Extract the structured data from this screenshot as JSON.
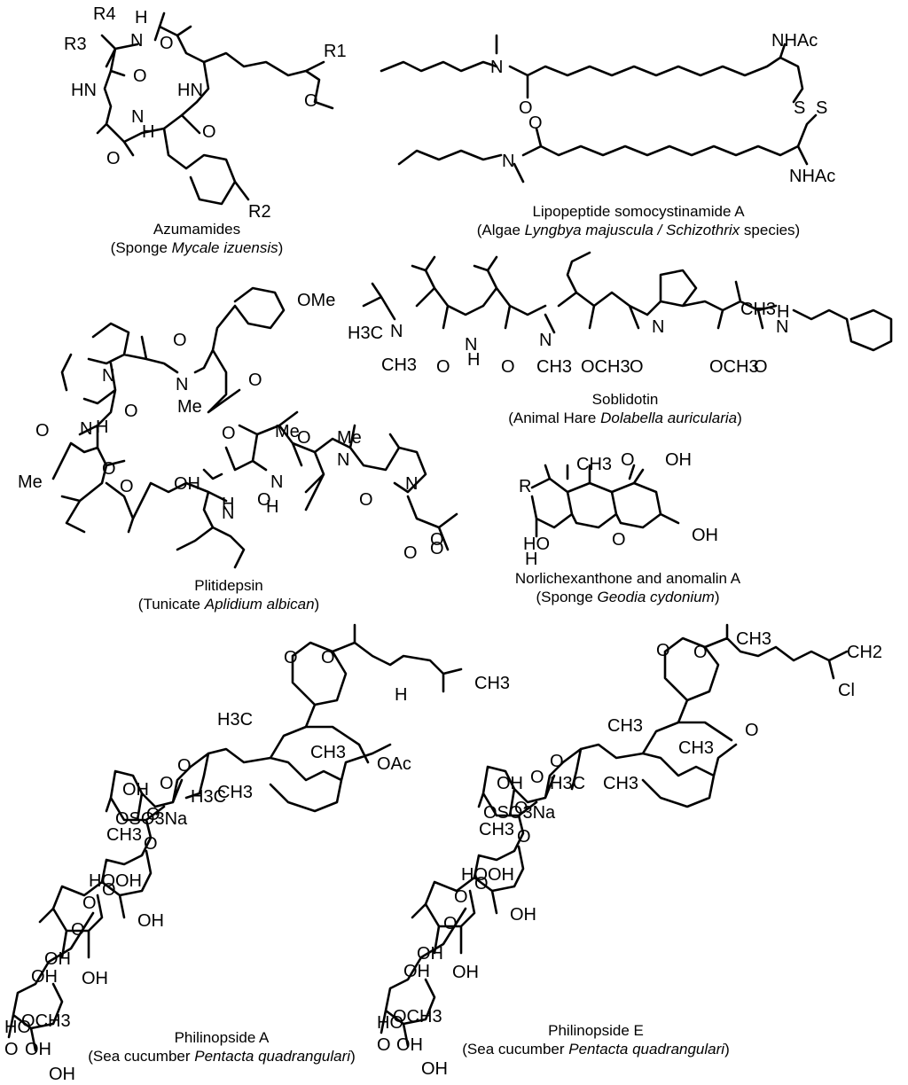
{
  "compounds": [
    {
      "name": "Azumamides",
      "source_prefix": "(Sponge ",
      "source_italic": "Mycale izuensis",
      "source_suffix": ")"
    },
    {
      "name": "Lipopeptide somocystinamide A",
      "source_prefix": "(Algae ",
      "source_italic": "Lyngbya majuscula / Schizothrix",
      "source_suffix": " species)"
    },
    {
      "name": "Soblidotin",
      "source_prefix": "(Animal Hare ",
      "source_italic": "Dolabella auricularia",
      "source_suffix": ")"
    },
    {
      "name": "Plitidepsin",
      "source_prefix": "(Tunicate ",
      "source_italic": "Aplidium albican",
      "source_suffix": ")"
    },
    {
      "name": "Norlichexanthone and anomalin A",
      "source_prefix": "(Sponge ",
      "source_italic": "Geodia cydonium",
      "source_suffix": ")"
    },
    {
      "name": "Philinopside A",
      "source_prefix": "(Sea cucumber ",
      "source_italic": "Pentacta quadrangulari",
      "source_suffix": ")"
    },
    {
      "name": "Philinopside E",
      "source_prefix": "(Sea cucumber ",
      "source_italic": "Pentacta quadrangulari",
      "source_suffix": ")"
    }
  ],
  "atom_labels": {
    "azumamides": [
      "R4",
      "R3",
      "N",
      "H",
      "O",
      "R1",
      "O",
      "HN",
      "HN",
      "O",
      "N",
      "H",
      "O",
      "O",
      "R2"
    ],
    "somocystinamide": [
      "N",
      "O",
      "NHAc",
      "S",
      "S",
      "O",
      "N",
      "NHAc"
    ],
    "soblidotin": [
      "H3C",
      "N",
      "CH3",
      "N",
      "H",
      "O",
      "O",
      "N",
      "CH3",
      "OCH3",
      "O",
      "N",
      "CH3",
      "OCH3",
      "O",
      "N",
      "H"
    ],
    "plitidepsin": [
      "OMe",
      "N",
      "O",
      "N",
      "Me",
      "O",
      "O",
      "O",
      "N",
      "H",
      "Me",
      "O",
      "O",
      "OH",
      "O",
      "N",
      "H",
      "O",
      "N",
      "H",
      "Me",
      "O",
      "Me",
      "N",
      "O",
      "O",
      "N",
      "O",
      "O"
    ],
    "norlichexanthone": [
      "CH3",
      "O",
      "OH",
      "R",
      "HO",
      "H",
      "O",
      "OH"
    ],
    "philinopside_a": [
      "O",
      "O",
      "CH3",
      "H",
      "H3C",
      "OAc",
      "CH3",
      "O",
      "O",
      "OH",
      "H3C",
      "CH3",
      "OSO3Na",
      "CH3",
      "O",
      "O",
      "HO",
      "OH",
      "OH",
      "O",
      "O",
      "O",
      "OH",
      "OH",
      "OH",
      "OCH3",
      "HO",
      "O",
      "OH",
      "OH"
    ],
    "philinopside_e": [
      "O",
      "O",
      "CH3",
      "CH2",
      "Cl",
      "CH3",
      "O",
      "CH3",
      "O",
      "O",
      "OH",
      "H3C",
      "CH3",
      "OSO3Na",
      "CH3",
      "O",
      "O",
      "HO",
      "OH",
      "OH",
      "O",
      "O",
      "O",
      "OH",
      "OH",
      "OH",
      "OCH3",
      "HO",
      "O",
      "OH",
      "OH"
    ]
  }
}
